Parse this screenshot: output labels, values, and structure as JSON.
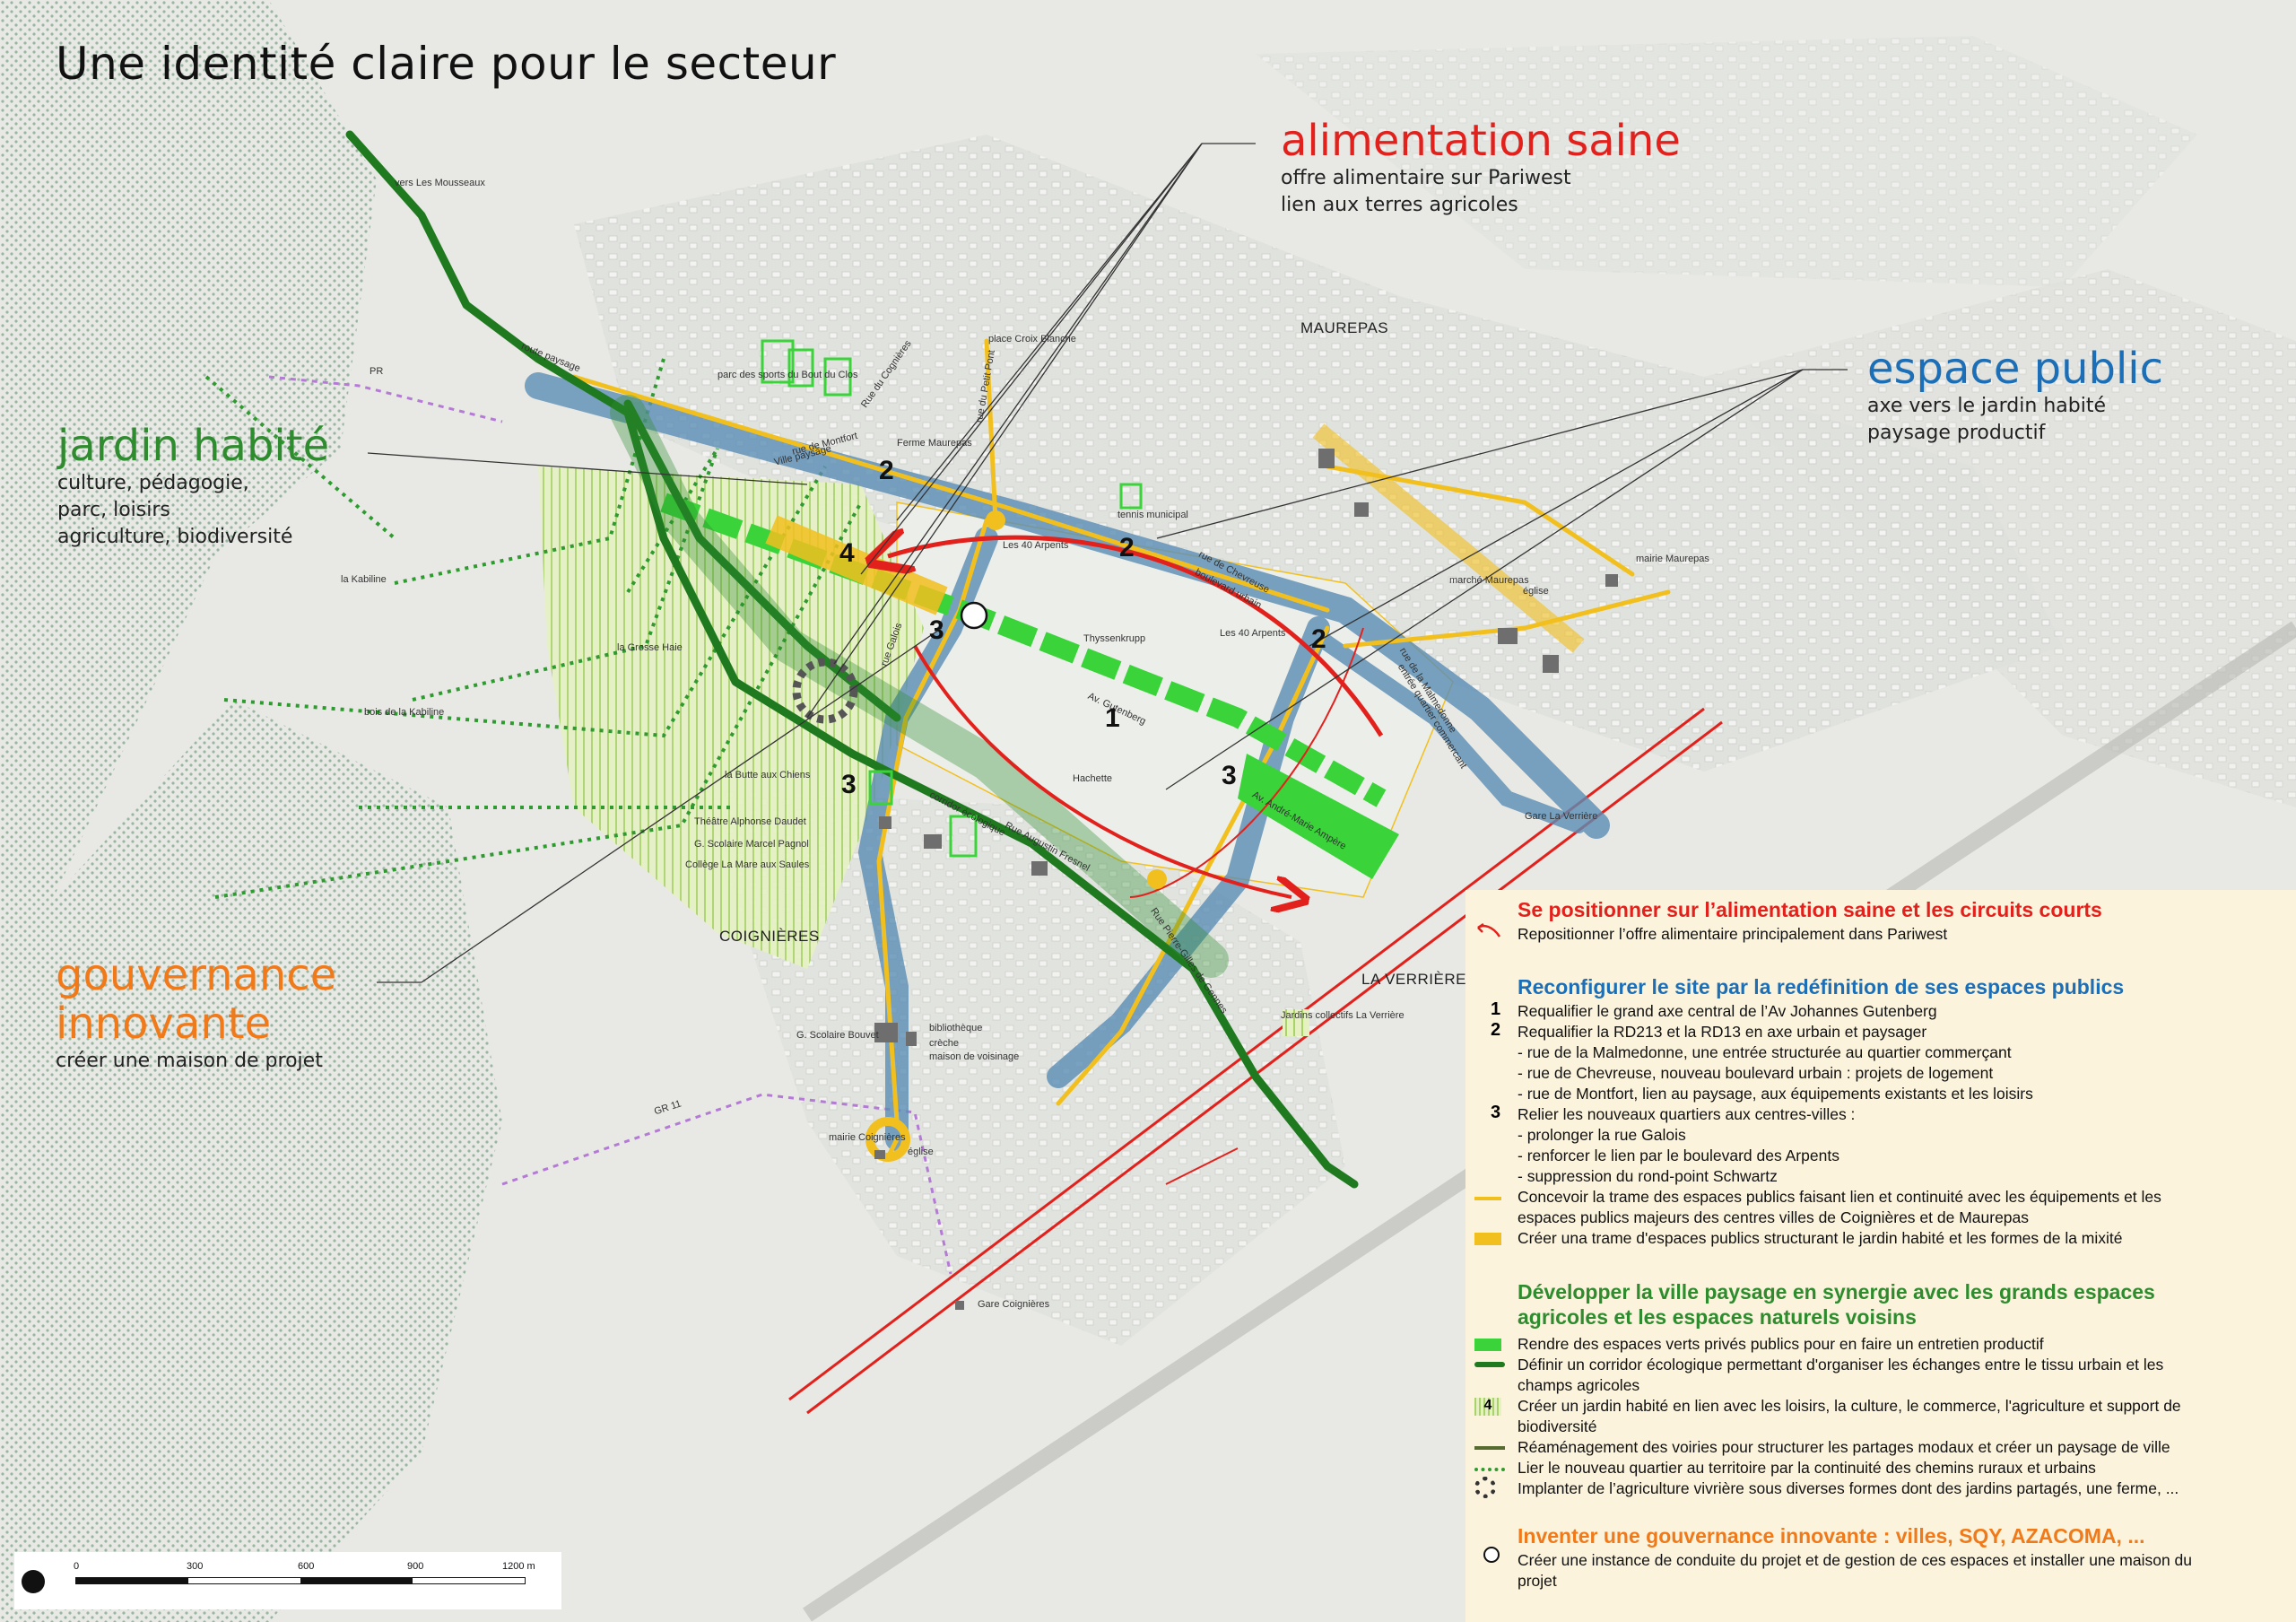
{
  "title": "Une identité claire pour le secteur",
  "themes": {
    "alimentation": {
      "title": "alimentation saine",
      "lines": [
        "offre alimentaire sur Pariwest",
        "lien aux terres agricoles"
      ]
    },
    "espace": {
      "title": "espace public",
      "lines": [
        "axe vers le jardin habité",
        "paysage productif"
      ]
    },
    "jardin": {
      "title": "jardin habité",
      "lines": [
        "culture, pédagogie,",
        "parc, loisirs",
        "agriculture, biodiversité"
      ]
    },
    "gouvernance": {
      "title_1": "gouvernance",
      "title_2": "innovante",
      "lines": [
        "créer une maison de projet"
      ]
    }
  },
  "places": {
    "maurepas": "MAUREPAS",
    "coignieres": "COIGNIÈRES",
    "la_verriere": "LA VERRIÈRE"
  },
  "map_labels": [
    "vers Les Mousseaux",
    "PR",
    "route paysage",
    "parc des sports du Bout du Clos",
    "rue de Montfort",
    "Ville paysage",
    "Rue du Cognières",
    "Ferme Maurepas",
    "place Croix Blanche",
    "rue du Petit Pont",
    "tennis municipal",
    "Les 40 Arpents",
    "rue de Chevreuse",
    "boulevard urbain",
    "mairie Maurepas",
    "marché Maurepas",
    "église",
    "la Kabiline",
    "la Grosse Haie",
    "bois de la Kabiline",
    "Thyssenkrupp",
    "Les 40 Arpents",
    "rue de la Malmedonne",
    "entrée quartier commercant",
    "Av. Gutenberg",
    "rue Galois",
    "Hachette",
    "la Butte aux Chiens",
    "corridor écologique",
    "Rue Augustin Fresnel",
    "Av. André-Marie Ampère",
    "Gare La Verrière",
    "Théâtre Alphonse Daudet",
    "G. Scolaire Marcel Pagnol",
    "Collège La Mare aux Saules",
    "Rue Pierre-Gilles de Gennes",
    "Jardins collectifs La Verrière",
    "G. Scolaire Bouvet",
    "bibliothèque",
    "crèche",
    "maison de voisinage",
    "GR 11",
    "mairie Coignières",
    "église",
    "Gare Coignières"
  ],
  "numbers": [
    "2",
    "4",
    "2",
    "3",
    "2",
    "1",
    "3",
    "3"
  ],
  "scale": {
    "ticks": [
      "0",
      "300",
      "600",
      "900",
      "1200 m"
    ]
  },
  "legend": {
    "s1": {
      "heading": "Se positionner sur l’alimentation saine et les circuits courts",
      "color": "#e3211c",
      "rows": [
        "Repositionner l’offre alimentaire principalement dans Pariwest"
      ]
    },
    "s2": {
      "heading": "Reconfigurer le site par la redéfinition de ses espaces publics",
      "color": "#1c6fb6",
      "rows": [
        "Requalifier le grand axe central de l’Av Johannes Gutenberg",
        "Requalifier la RD213 et la RD13 en axe urbain et paysager",
        "- rue de la Malmedonne, une entrée structurée au quartier commerçant",
        "- rue de Chevreuse, nouveau boulevard urbain : projets de logement",
        "- rue de Montfort, lien au paysage, aux équipements existants et les loisirs",
        "Relier les nouveaux quartiers aux centres-villes :",
        "- prolonger la rue Galois",
        "- renforcer le lien par le boulevard des Arpents",
        "- suppression du rond-point Schwartz",
        "Concevoir la trame des espaces publics faisant lien et continuité avec les équipements et les",
        "espaces publics majeurs des centres villes de Coignières et de Maurepas",
        "Créer una trame d'espaces publics structurant le jardin habité et les formes de la mixité"
      ],
      "markers": [
        "1",
        "2",
        "3"
      ]
    },
    "s3": {
      "heading_1": "Développer la ville paysage en synergie avec les grands espaces",
      "heading_2": "agricoles et les espaces naturels voisins",
      "color": "#2e8b2e",
      "rows": [
        "Rendre des espaces verts privés publics pour en faire un entretien productif",
        "Définir un corridor écologique permettant d'organiser les échanges entre le tissu urbain et les",
        "champs agricoles",
        "Créer un jardin habité en lien avec les loisirs, la culture, le commerce, l'agriculture et support de",
        "biodiversité",
        "Réaménagement des voiries pour structurer les partages modaux et créer un paysage de ville",
        "Lier le nouveau quartier au territoire par la continuité des chemins ruraux et urbains",
        "Implanter de l’agriculture vivrière sous diverses formes dont des jardins partagés, une ferme, ..."
      ],
      "marker": "4"
    },
    "s4": {
      "heading": "Inventer une gouvernance innovante : villes, SQY, AZACOMA, ...",
      "color": "#f07a1a",
      "rows": [
        "Créer une instance de conduite du projet et de gestion de ces espaces et installer une maison du",
        "projet"
      ]
    }
  },
  "colors": {
    "red": "#e3211c",
    "blue": "#1c6fb6",
    "green_dark": "#1f7a1f",
    "green_light": "#3ad33a",
    "yellow": "#f2c01e",
    "orange": "#f07a1a",
    "legend_bg": "#fbf3dc"
  }
}
